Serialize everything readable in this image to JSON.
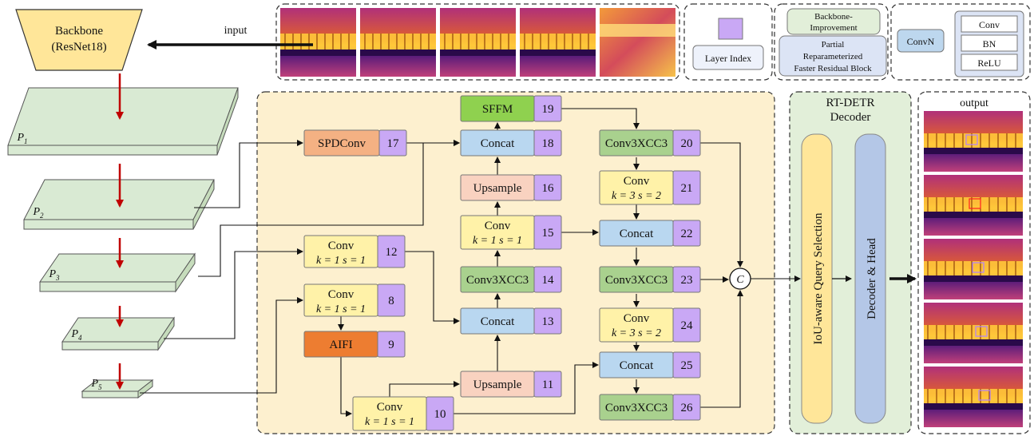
{
  "backbone": {
    "line1": "Backbone",
    "line2": "(ResNet18)"
  },
  "input_label": "input",
  "output_label": "output",
  "pyramid": [
    {
      "name": "P",
      "sub": "1"
    },
    {
      "name": "P",
      "sub": "2"
    },
    {
      "name": "P",
      "sub": "3"
    },
    {
      "name": "P",
      "sub": "4"
    },
    {
      "name": "P",
      "sub": "5"
    }
  ],
  "legend": {
    "layer_index": "Layer Index",
    "backbone_improvement": [
      "Backbone-",
      "Improvement"
    ],
    "partial_block": [
      "Partial",
      "Reparameterized",
      "Faster Residual Block"
    ],
    "convn": "ConvN",
    "convn_parts": [
      "Conv",
      "BN",
      "ReLU"
    ]
  },
  "blocks": [
    {
      "id": "spdconv",
      "label": "SPDConv",
      "index": "17"
    },
    {
      "id": "sffm",
      "label": "SFFM",
      "index": "19"
    },
    {
      "id": "concat18",
      "label": "Concat",
      "index": "18"
    },
    {
      "id": "upsample16",
      "label": "Upsample",
      "index": "16"
    },
    {
      "id": "conv15",
      "label": "Conv",
      "params": "k = 1 s = 1",
      "index": "15"
    },
    {
      "id": "c3xcc14",
      "label": "Conv3XCC3",
      "index": "14"
    },
    {
      "id": "concat13",
      "label": "Concat",
      "index": "13"
    },
    {
      "id": "upsample11",
      "label": "Upsample",
      "index": "11"
    },
    {
      "id": "conv12",
      "label": "Conv",
      "params": "k = 1 s = 1",
      "index": "12"
    },
    {
      "id": "conv8",
      "label": "Conv",
      "params": "k = 1 s = 1",
      "index": "8"
    },
    {
      "id": "aifi",
      "label": "AIFI",
      "index": "9"
    },
    {
      "id": "conv10",
      "label": "Conv",
      "params": "k = 1 s = 1",
      "index": "10"
    },
    {
      "id": "c3xcc20",
      "label": "Conv3XCC3",
      "index": "20"
    },
    {
      "id": "conv21",
      "label": "Conv",
      "params": "k = 3 s = 2",
      "index": "21"
    },
    {
      "id": "concat22",
      "label": "Concat",
      "index": "22"
    },
    {
      "id": "c3xcc23",
      "label": "Conv3XCC3",
      "index": "23"
    },
    {
      "id": "conv24",
      "label": "Conv",
      "params": "k = 3 s = 2",
      "index": "24"
    },
    {
      "id": "concat25",
      "label": "Concat",
      "index": "25"
    },
    {
      "id": "c3xcc26",
      "label": "Conv3XCC3",
      "index": "26"
    }
  ],
  "concat_symbol": "C",
  "decoder": {
    "title": [
      "RT-DETR",
      "Decoder"
    ],
    "query_selection": "IoU-aware Query Selection",
    "decoder_head": "Decoder & Head"
  },
  "colors": {
    "conv": "#fff2a8",
    "concat": "#b9d7f0",
    "upsample": "#f9d2c0",
    "c3xcc": "#a9d18e",
    "sffm": "#8fd14f",
    "spdconv": "#f4b183",
    "aifi": "#ed7d31",
    "index": "#c9a8f5",
    "neck_panel": "#fdf0cf",
    "decoder_panel": "#e2efd9",
    "pyramid_plate": "#d9ead3",
    "backbone": "#ffe699",
    "arrow_red": "#c00000",
    "query_bar": "#ffe699",
    "head_bar": "#b4c7e7"
  }
}
